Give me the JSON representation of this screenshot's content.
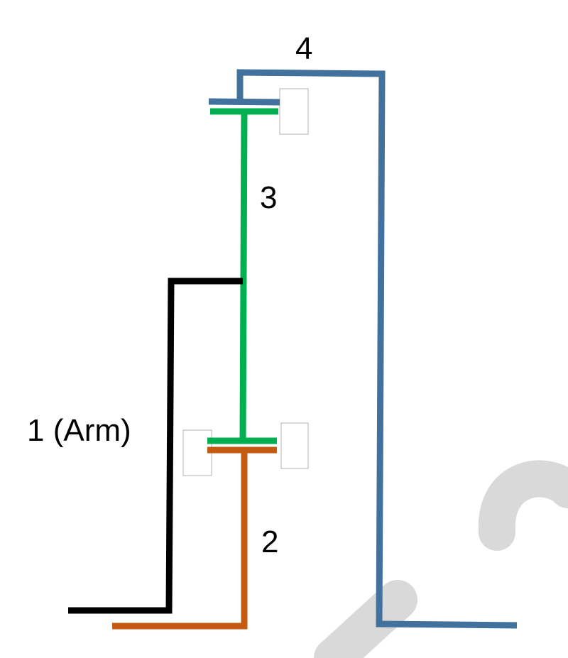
{
  "labels": {
    "link1": "1 (Arm)",
    "link2": "2",
    "link3": "3",
    "link4": "4"
  },
  "colors": {
    "link1": "#000000",
    "link2": "#c55a11",
    "link3": "#00b050",
    "link4": "#41719c",
    "watermark": "#d9d9d9",
    "bearing_border": "#b3b3b3"
  }
}
